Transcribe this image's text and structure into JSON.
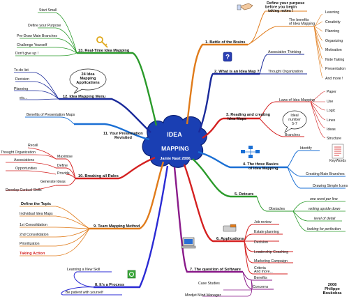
{
  "center": {
    "line1": "IDEA",
    "line2": "MAPPING",
    "line3": "Jamie Nast 2006",
    "color": "#1a3fb3"
  },
  "credit": {
    "line1": "2008",
    "line2": "Philippe",
    "line3": "Boukobza"
  },
  "branches": {
    "b1": {
      "label": "1. Battle of the Brains",
      "color": "#e07b1a",
      "define": "Define your purpose before you begin taking  notes !",
      "benefits": "The benefits of Idea Mapping",
      "items": [
        "Learning",
        "Creativity",
        "Planning",
        "Organizing",
        "Motivation",
        "Note Taking",
        "Presentation",
        "And more !"
      ]
    },
    "b2": {
      "label": "2. What is an Idea Map ?",
      "color": "#1a2a9a",
      "items": [
        "Associative Thinking",
        "Thought Organization"
      ]
    },
    "b3": {
      "label": "3. Reading and creating Idea Maps",
      "color": "#d42020",
      "laws": "Laws of Idea Mapping",
      "laws_items": [
        "Paper",
        "Use",
        "Logic",
        "Lines",
        "Ideas",
        "Structure"
      ],
      "bubble": "Ideal number 5-7",
      "branches_label": "Branches"
    },
    "b4": {
      "label": "4. The three Basics of Idea Mapping",
      "color": "#1a6fd4",
      "items": [
        "Identify",
        "Creating Main Branches",
        "Drawing Simple Icons"
      ],
      "keywords": "KeyWords"
    },
    "b5": {
      "label": "5. Detours",
      "color": "#2a9a2a",
      "obstacles": "Obstacles",
      "items": [
        "one word per line",
        "writing upside down",
        "level of detail",
        "looking for perfection"
      ]
    },
    "b6": {
      "label": "6. Applications",
      "color": "#d42020",
      "items": [
        "Job review",
        "Estate planning",
        "Decision",
        "Leadership Coaching",
        "Marketing Campaign",
        "And more..."
      ]
    },
    "b7": {
      "label": "7. The question of Software",
      "color": "#8a1a8a",
      "items": [
        "Criteria",
        "Benefits",
        "Concerns",
        "Case Studies",
        "Mindjet Mind Manager"
      ]
    },
    "b8": {
      "label": "8. It's a Process",
      "color": "#2a2ad4",
      "items": [
        "Learning a New Skill",
        "Be patient with yourself"
      ]
    },
    "b9": {
      "label": "9. Team Mapping Method",
      "color": "#e07b1a",
      "items": [
        "Define the Topic",
        "Individual Idea Maps",
        "1st Consolidation",
        "2nd Consolidation",
        "Prioritization",
        "Taking Action"
      ]
    },
    "b10": {
      "label": "10. Breaking all Rules",
      "color": "#d42020",
      "items": [
        "Recall",
        "Thought Organization",
        "Associations",
        "Opportunities",
        "Maximise",
        "Define",
        "Provide",
        "Generate Ideas",
        "Develop Cortical Skills"
      ]
    },
    "b11": {
      "label": "11. Your Presentation Revisited",
      "color": "#1a6fd4",
      "items": [
        "Benefits of Presentation Maps"
      ]
    },
    "b12": {
      "label": "12. Idea Mapping Menu",
      "color": "#1a2a9a",
      "bubble": "24 Idea Mapping Applications",
      "items": [
        "To-do list",
        "Decision",
        "Planning",
        "etc..."
      ]
    },
    "b13": {
      "label": "13. Real-Time Idea Mapping",
      "color": "#2a9a2a",
      "items": [
        "Start Small",
        "Define your Purpose",
        "Pre-Draw Main Branches",
        "Challenge Yourself",
        "Don't give up !"
      ]
    }
  }
}
